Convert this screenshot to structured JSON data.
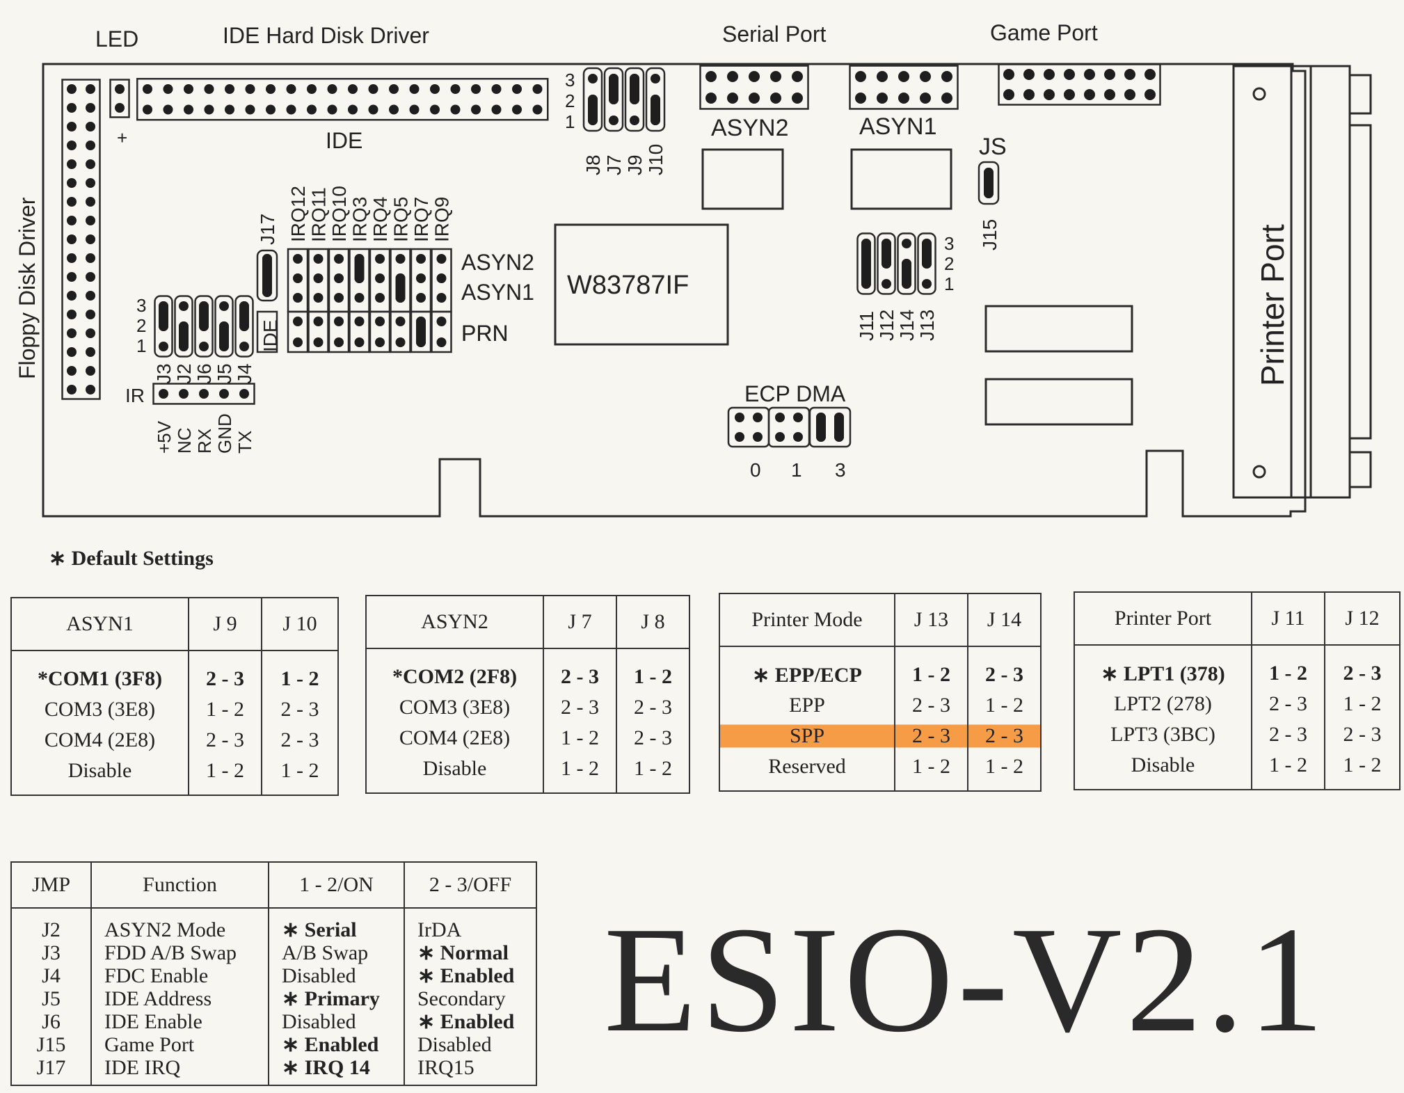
{
  "board": {
    "labels": {
      "led": "LED",
      "ide_hdd": "IDE Hard Disk Driver",
      "serial_port": "Serial Port",
      "game_port": "Game Port",
      "floppy": "Floppy Disk Driver",
      "printer_port": "Printer Port",
      "ide": "IDE",
      "asyn2": "ASYN2",
      "asyn1": "ASYN1",
      "js": "JS",
      "chip": "W83787IF",
      "ecp_dma": "ECP DMA",
      "prn": "PRN",
      "ir": "IR",
      "plus": "+"
    },
    "jumper_top_labels": [
      "J8",
      "J7",
      "J9",
      "J10"
    ],
    "jumper_top_pins": [
      "3",
      "2",
      "1"
    ],
    "irq_labels": [
      "J17",
      "IRQ12",
      "IRQ11",
      "IRQ10",
      "IRQ3",
      "IRQ4",
      "IRQ5",
      "IRQ7",
      "IRQ9"
    ],
    "irq_row_labels": [
      "ASYN2",
      "ASYN1",
      "PRN"
    ],
    "ide_row_label": "IDE",
    "left_jumper_labels": [
      "J3",
      "J2",
      "J6",
      "J5",
      "J4"
    ],
    "left_jumper_pins": [
      "3",
      "2",
      "1"
    ],
    "ir_pins": [
      "+5V",
      "NC",
      "RX",
      "GND",
      "TX"
    ],
    "j15": "J15",
    "right_jumper_labels": [
      "J11",
      "J12",
      "J14",
      "J13"
    ],
    "right_jumper_pins": [
      "3",
      "2",
      "1"
    ],
    "ecp_dma_nums": [
      "0",
      "1",
      "3"
    ]
  },
  "default_note": "∗ Default Settings",
  "tables": {
    "asyn1": {
      "headers": [
        "ASYN1",
        "J 9",
        "J 10"
      ],
      "rows": [
        [
          "*COM1 (3F8)",
          "2 - 3",
          "1 - 2"
        ],
        [
          "COM3 (3E8)",
          "1 - 2",
          "2 - 3"
        ],
        [
          "COM4 (2E8)",
          "2 - 3",
          "2 - 3"
        ],
        [
          "Disable",
          "1 - 2",
          "1 - 2"
        ]
      ]
    },
    "asyn2": {
      "headers": [
        "ASYN2",
        "J 7",
        "J 8"
      ],
      "rows": [
        [
          "*COM2 (2F8)",
          "2 - 3",
          "1 - 2"
        ],
        [
          "COM3 (3E8)",
          "2 - 3",
          "2 - 3"
        ],
        [
          "COM4 (2E8)",
          "1 - 2",
          "2 - 3"
        ],
        [
          "Disable",
          "1 - 2",
          "1 - 2"
        ]
      ]
    },
    "printer_mode": {
      "headers": [
        "Printer Mode",
        "J 13",
        "J 14"
      ],
      "rows": [
        [
          "∗  EPP/ECP",
          "1 - 2",
          "2 - 3"
        ],
        [
          "EPP",
          "2 - 3",
          "1 - 2"
        ],
        [
          "SPP",
          "2 - 3",
          "2 - 3"
        ],
        [
          "Reserved",
          "1 - 2",
          "1 - 2"
        ]
      ],
      "highlight_color": "#f78c28"
    },
    "printer_port": {
      "headers": [
        "Printer Port",
        "J 11",
        "J 12"
      ],
      "rows": [
        [
          "∗ LPT1 (378)",
          "1 - 2",
          "2 - 3"
        ],
        [
          "LPT2 (278)",
          "2 - 3",
          "1 - 2"
        ],
        [
          "LPT3 (3BC)",
          "2 - 3",
          "2 - 3"
        ],
        [
          "Disable",
          "1 - 2",
          "1 - 2"
        ]
      ]
    },
    "jmp": {
      "headers": [
        "JMP",
        "Function",
        "1 - 2/ON",
        "2 - 3/OFF"
      ],
      "rows": [
        [
          "J2",
          "ASYN2 Mode",
          "∗ Serial",
          "IrDA"
        ],
        [
          "J3",
          "FDD A/B Swap",
          "A/B Swap",
          "∗ Normal"
        ],
        [
          "J4",
          "FDC Enable",
          "Disabled",
          "∗ Enabled"
        ],
        [
          "J5",
          "IDE Address",
          "∗ Primary",
          "Secondary"
        ],
        [
          "J6",
          "IDE Enable",
          "Disabled",
          "∗ Enabled"
        ],
        [
          "J15",
          "Game Port",
          "∗ Enabled",
          "Disabled"
        ],
        [
          "J17",
          "IDE IRQ",
          "∗ IRQ 14",
          "IRQ15"
        ]
      ]
    }
  },
  "model": "ESIO-V2.1"
}
